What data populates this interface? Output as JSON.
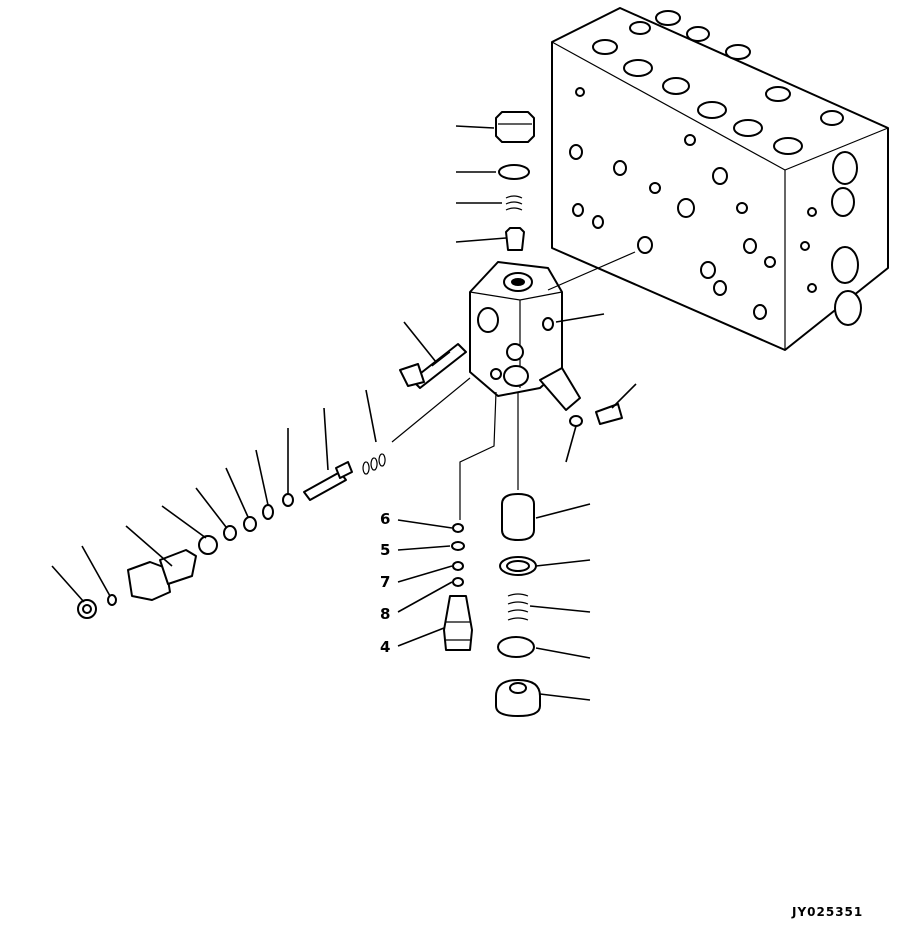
{
  "drawing_code": "JY025351",
  "callouts": {
    "c6": "6",
    "c5": "5",
    "c7": "7",
    "c8": "8",
    "c4": "4"
  }
}
